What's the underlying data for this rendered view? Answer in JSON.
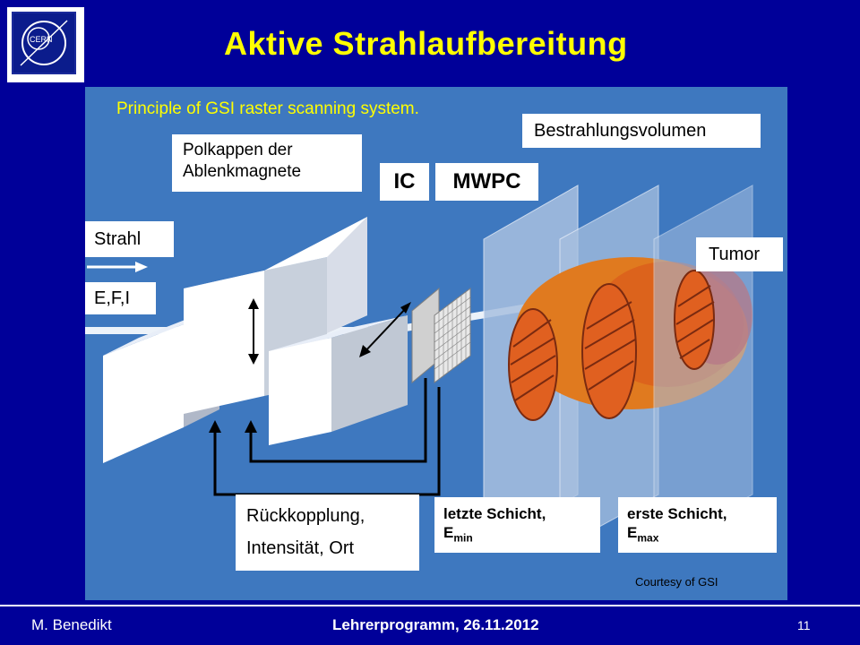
{
  "logo_text": "CERN",
  "title": "Aktive Strahlaufbereitung",
  "figure": {
    "subtitle": "Principle of GSI raster scanning system.",
    "polkappen_line1": "Polkappen der",
    "polkappen_line2": "Ablenkmagnete",
    "ic": "IC",
    "mwpc": "MWPC",
    "bestrahlungsvolumen": "Bestrahlungsvolumen",
    "strahl": "Strahl",
    "efi": "E,F,I",
    "tumor": "Tumor",
    "rueckkopplung_line1": "Rückkopplung,",
    "rueckkopplung_line2": "Intensität, Ort",
    "letzte_main": "letzte Schicht,",
    "letzte_e": "E",
    "letzte_sub": "min",
    "erste_main": "erste Schicht,",
    "erste_e": "E",
    "erste_sub": "max",
    "courtesy": "Courtesy of GSI"
  },
  "footer": {
    "author": "M. Benedikt",
    "event": "Lehrerprogramm, 26.11.2012",
    "page": "11"
  },
  "colors": {
    "background": "#000099",
    "title": "#ffff00",
    "panel": "#3e78bf",
    "tumor": "#e07a1f"
  }
}
